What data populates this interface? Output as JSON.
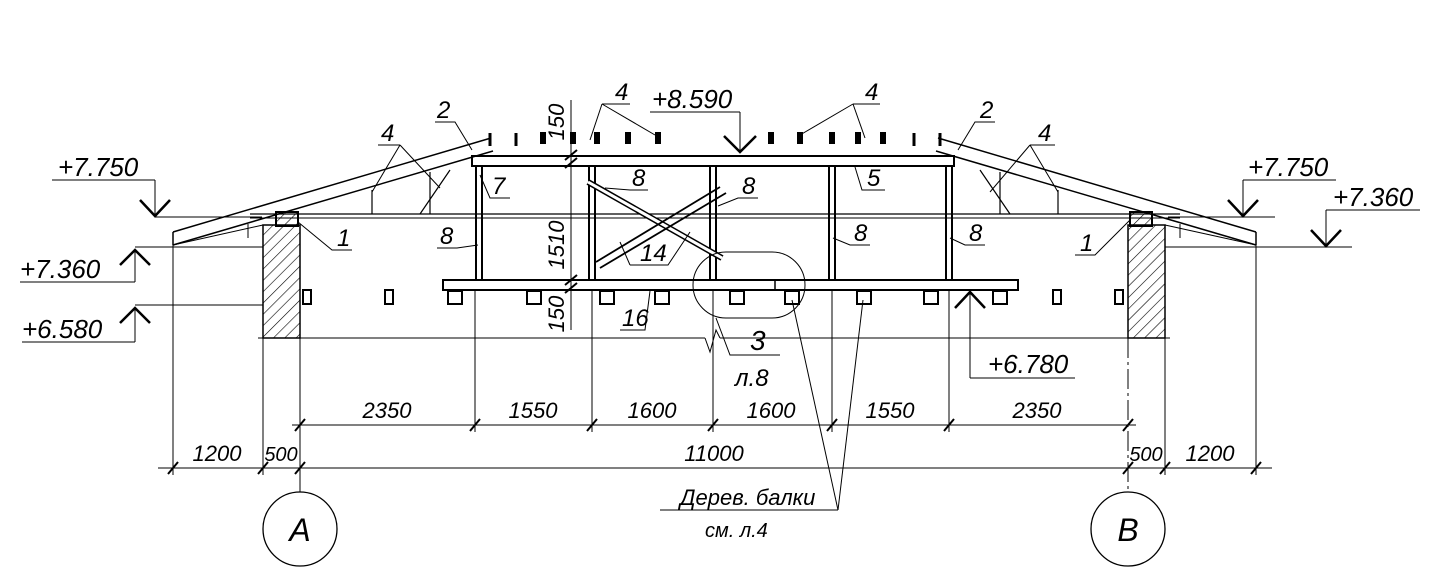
{
  "elevations": {
    "ridge": "+8.590",
    "eave_left": "+7.750",
    "eave_right": "+7.750",
    "wall_left": "+7.360",
    "wall_right": "+7.360",
    "ceiling_left": "+6.580",
    "floor_right": "+6.780"
  },
  "labels": {
    "n1": "1",
    "n2": "2",
    "n4": "4",
    "n5": "5",
    "n7": "7",
    "n8": "8",
    "n14": "14",
    "n16": "16"
  },
  "vertical_dims": {
    "top": "150",
    "mid": "1510",
    "bottom": "150"
  },
  "callout": {
    "number": "3",
    "sheet": "л.8"
  },
  "dims_row1": [
    "2350",
    "1550",
    "1600",
    "1600",
    "1550",
    "2350"
  ],
  "dims_row2": {
    "left_overhang": "1200",
    "left_wall": "500",
    "span": "11000",
    "right_wall": "500",
    "right_overhang": "1200"
  },
  "beams_note": {
    "line1": "Дерев. балки",
    "line2": "см. л.4"
  },
  "axes": {
    "left": "A",
    "right": "B"
  }
}
